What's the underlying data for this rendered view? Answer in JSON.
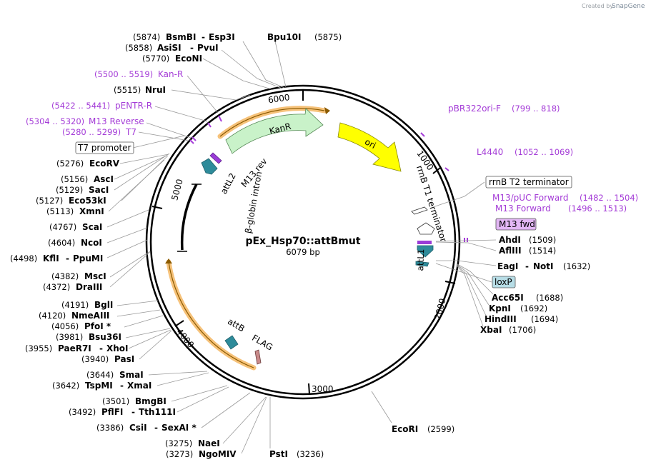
{
  "credit": {
    "prefix": "Created by",
    "brand": "SnapGene"
  },
  "plasmid": {
    "name": "pEx_Hsp70::attBmut",
    "length": "6079 bp"
  },
  "ticks": [
    "1000",
    "2000",
    "3000",
    "4000",
    "5000",
    "6000"
  ],
  "enzymes": [
    {
      "name": "BsmBI",
      "alt": "Esp3I",
      "pos": "(5874)"
    },
    {
      "name": "Bpu10I",
      "pos": "(5875)"
    },
    {
      "name": "AsiSI",
      "alt": "PvuI",
      "pos": "(5858)"
    },
    {
      "name": "EcoNI",
      "pos": "(5770)"
    },
    {
      "name": "NruI",
      "pos": "(5515)"
    },
    {
      "name": "EcoRV",
      "pos": "(5276)"
    },
    {
      "name": "AscI",
      "pos": "(5156)"
    },
    {
      "name": "SacI",
      "pos": "(5129)"
    },
    {
      "name": "Eco53kI",
      "pos": "(5127)"
    },
    {
      "name": "XmnI",
      "pos": "(5113)"
    },
    {
      "name": "ScaI",
      "pos": "(4767)"
    },
    {
      "name": "NcoI",
      "pos": "(4604)"
    },
    {
      "name": "KflI",
      "alt": "PpuMI",
      "pos": "(4498)"
    },
    {
      "name": "MscI",
      "pos": "(4382)"
    },
    {
      "name": "DraIII",
      "pos": "(4372)"
    },
    {
      "name": "BglI",
      "pos": "(4191)"
    },
    {
      "name": "NmeAIII",
      "pos": "(4120)"
    },
    {
      "name": "PfoI *",
      "pos": "(4056)"
    },
    {
      "name": "Bsu36I",
      "pos": "(3981)"
    },
    {
      "name": "PaeR7I",
      "alt": "XhoI",
      "pos": "(3955)"
    },
    {
      "name": "PasI",
      "pos": "(3940)"
    },
    {
      "name": "SmaI",
      "pos": "(3644)"
    },
    {
      "name": "TspMI",
      "alt": "XmaI",
      "pos": "(3642)"
    },
    {
      "name": "BmgBI",
      "pos": "(3501)"
    },
    {
      "name": "PflFI",
      "alt": "Tth111I",
      "pos": "(3492)"
    },
    {
      "name": "CsiI",
      "alt": "SexAI *",
      "pos": "(3386)"
    },
    {
      "name": "NaeI",
      "pos": "(3275)"
    },
    {
      "name": "NgoMIV",
      "pos": "(3273)"
    },
    {
      "name": "PstI",
      "pos": "(3236)"
    },
    {
      "name": "EcoRI",
      "pos": "(2599)"
    },
    {
      "name": "AhdI",
      "pos": "(1509)"
    },
    {
      "name": "AflIII",
      "pos": "(1514)"
    },
    {
      "name": "EagI",
      "alt": "NotI",
      "pos": "(1632)"
    },
    {
      "name": "Acc65I",
      "pos": "(1688)"
    },
    {
      "name": "KpnI",
      "pos": "(1692)"
    },
    {
      "name": "HindIII",
      "pos": "(1694)"
    },
    {
      "name": "XbaI",
      "pos": "(1706)"
    }
  ],
  "primers": [
    {
      "name": "Kan-R",
      "pos": "(5500 .. 5519)"
    },
    {
      "name": "pENTR-R",
      "pos": "(5422 .. 5441)"
    },
    {
      "name": "M13 Reverse",
      "pos": "(5304 .. 5320)"
    },
    {
      "name": "T7",
      "pos": "(5280 .. 5299)"
    },
    {
      "name": "pBR322ori-F",
      "pos": "(799 .. 818)"
    },
    {
      "name": "L4440",
      "pos": "(1052 .. 1069)"
    },
    {
      "name": "M13/pUC Forward",
      "pos": "(1482 .. 1504)"
    },
    {
      "name": "M13 Forward",
      "pos": "(1496 .. 1513)"
    }
  ],
  "boxes": {
    "t7_promoter": "T7 promoter",
    "rrnb_t2": "rrnB T2 terminator",
    "m13_fwd": "M13 fwd",
    "loxp": "loxP"
  },
  "features": {
    "kanr": "KanR",
    "ori": "ori",
    "m13_rev": "M13 rev",
    "attl2": "attL2",
    "beta_globin": "β-globin intron",
    "rrnb_t1": "rrnB T1 terminator",
    "attl1": "attL1",
    "attb": "attB",
    "flag": "FLAG"
  },
  "colors": {
    "primer": "#a43cd7",
    "kanr_fill": "#c9f2c9",
    "ori_fill": "#ffff00",
    "orf_highlight": "#f6c27a",
    "teal": "#2e8b9a",
    "m13fwd_box": "#e3b7f5",
    "loxp_box": "#b7dde6",
    "flag_fill": "#c98a8a"
  }
}
